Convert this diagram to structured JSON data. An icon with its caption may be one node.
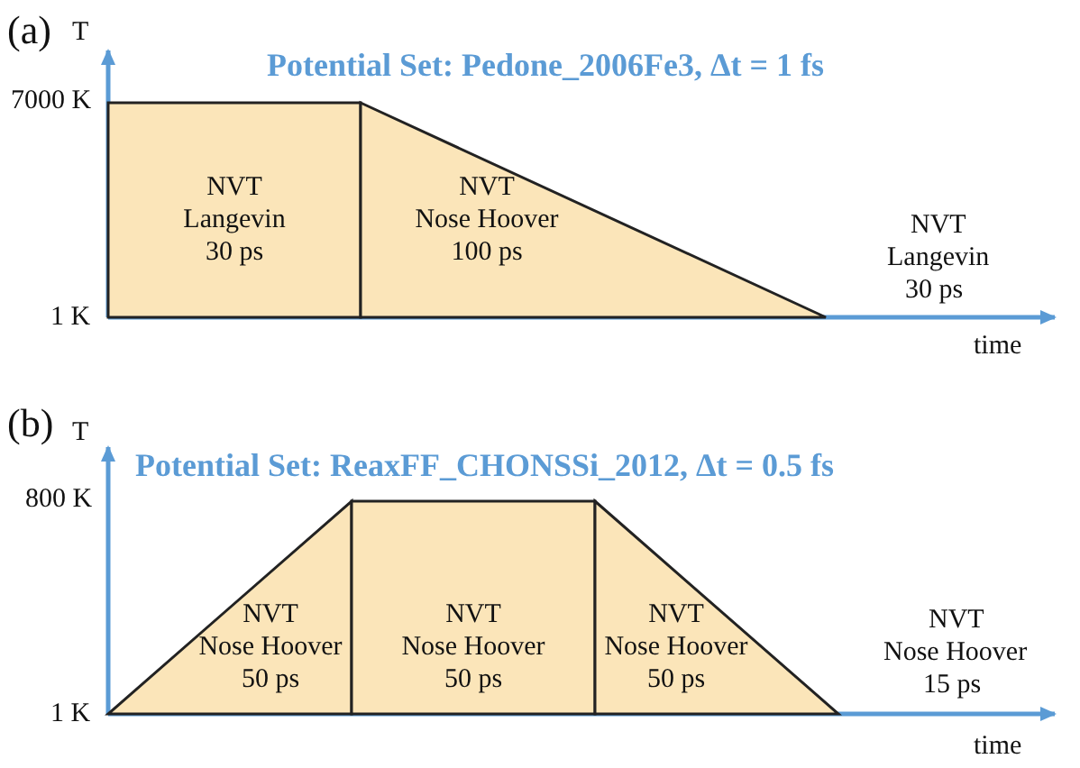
{
  "diagram": {
    "nodes": [
      {
        "text": [
          "NVT",
          "Langevin",
          "30 ps"
        ]
      },
      {
        "text": [
          "NVT",
          "Nose Hoover",
          "100 ps"
        ]
      },
      {
        "text": [
          "NVT",
          "Nose Hoover",
          "50 ps"
        ]
      },
      {
        "text": [
          "NVT",
          "Nose Hoover",
          "50 ps"
        ]
      },
      {
        "text": [
          "NVT",
          "Nose Hoover",
          "50 ps"
        ]
      }
    ],
    "labels": [
      "(a)",
      "T",
      "Potential Set: Pedone_2006Fe3, Δt = 1 fs",
      "7000 K",
      "NVT",
      "Langevin",
      "30 ps",
      "1 K",
      "time",
      "(b)",
      "T",
      "Potential Set: ReaxFF_CHONSSi_2012, Δt = 0.5 fs",
      "800 K",
      "NVT",
      "Nose Hoover",
      "15 ps",
      "1 K",
      "time"
    ]
  }
}
